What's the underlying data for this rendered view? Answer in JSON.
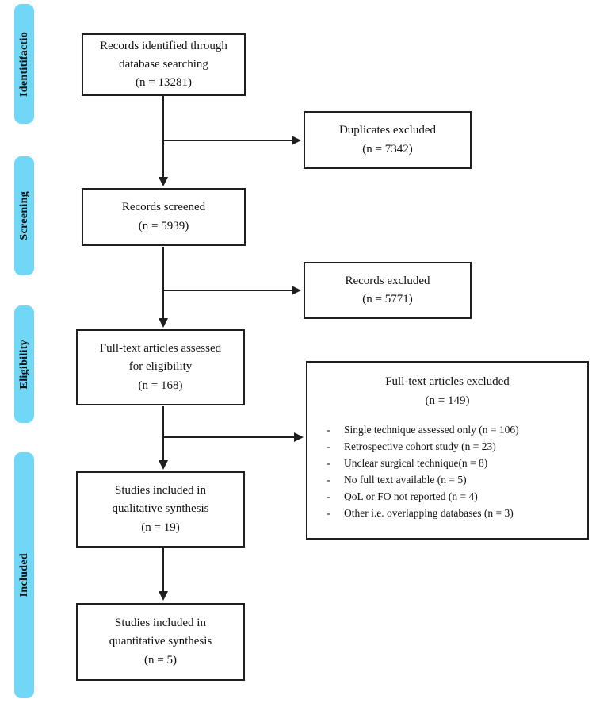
{
  "diagram": {
    "accent_color": "#70d7f7",
    "line_color": "#1f1f1f",
    "sidebar": {
      "stages": [
        {
          "label": "Identitifactio"
        },
        {
          "label": "Screening"
        },
        {
          "label": "Eligibility"
        },
        {
          "label": "Included"
        }
      ]
    },
    "boxes": {
      "identified": {
        "text": "Records identified through\ndatabase searching\n(n = 13281)"
      },
      "duplicates_excluded": {
        "text": "Duplicates excluded\n(n = 7342)"
      },
      "screened": {
        "text": "Records screened\n(n = 5939)"
      },
      "records_excluded": {
        "text": "Records excluded\n(n = 5771)"
      },
      "fulltext_assessed": {
        "text": "Full-text articles assessed\nfor eligibility\n(n = 168)"
      },
      "fulltext_excluded": {
        "title": "Full-text articles excluded\n(n = 149)",
        "bullet": "-",
        "reasons": [
          "Single technique assessed only (n = 106)",
          "Retrospective cohort study (n = 23)",
          "Unclear surgical technique(n = 8)",
          "No full text available (n = 5)",
          "QoL or FO not reported (n = 4)",
          "Other i.e. overlapping databases (n = 3)"
        ]
      },
      "qualitative": {
        "text": "Studies included in\nqualitative synthesis\n(n = 19)"
      },
      "quantitative": {
        "text": "Studies included in\nquantitative synthesis\n(n = 5)"
      }
    }
  }
}
